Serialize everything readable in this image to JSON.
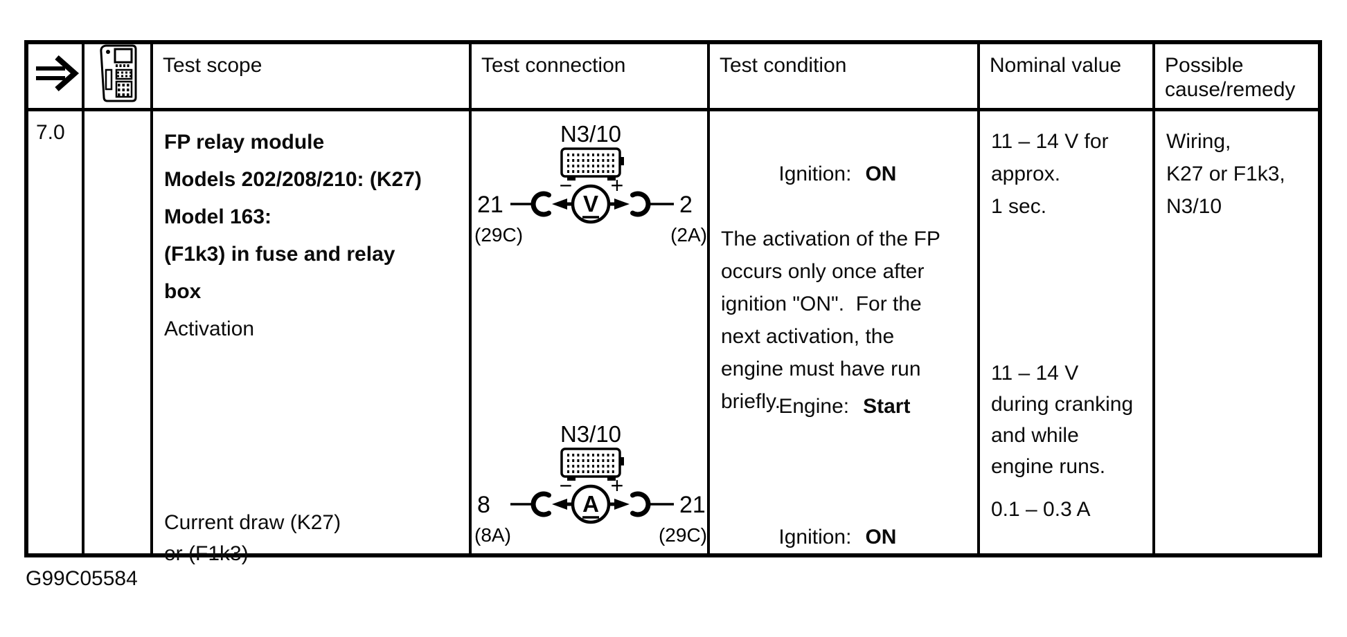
{
  "page": {
    "footer_code": "G99C05584"
  },
  "icons": {
    "row_pointer": "double-arrow-right-icon",
    "tester": "handheld-tester-icon",
    "connector": "connector-module-icon",
    "voltmeter": "voltmeter-icon",
    "ammeter": "ammeter-icon"
  },
  "header": {
    "test_scope": "Test scope",
    "test_connection": "Test connection",
    "test_condition": "Test condition",
    "nominal_value": "Nominal value",
    "possible_cause": "Possible cause/remedy"
  },
  "row": {
    "step": "7.0",
    "scope": {
      "bold_lines": [
        "FP relay module",
        "Models 202/208/210: (K27)",
        "Model 163:",
        "(F1k3) in fuse and relay",
        "box"
      ],
      "normal_line": "Activation",
      "second_lines": [
        "Current draw (K27)",
        "or (F1k3)"
      ]
    },
    "connection": {
      "diagram1": {
        "module": "N3/10",
        "left_pin": "21",
        "right_pin": "2",
        "left_label": "(29C)",
        "right_label": "(2A)",
        "meter_letter": "V",
        "minus": "−",
        "plus": "+"
      },
      "diagram2": {
        "module": "N3/10",
        "left_pin": "8",
        "right_pin": "21",
        "left_label": "(8A)",
        "right_label": "(29C)",
        "meter_letter": "A",
        "minus": "−",
        "plus": "+"
      }
    },
    "condition": {
      "block1_label": "Ignition:",
      "block1_value": "ON",
      "block1_lines": [
        "The activation of the FP",
        "occurs only once after",
        "ignition \"ON\".  For the",
        "next activation, the",
        "engine must have run",
        "briefly."
      ],
      "block2_label": "Engine:",
      "block2_value": "Start",
      "block3_label": "Ignition:",
      "block3_value": "ON"
    },
    "nominal": {
      "block1_lines": [
        "11 – 14 V for",
        "approx.",
        "1 sec."
      ],
      "block2_lines": [
        "11 – 14 V",
        "during cranking",
        "and while",
        "engine runs."
      ],
      "block3": "0.1 – 0.3 A"
    },
    "cause_lines": [
      "Wiring,",
      "K27 or F1k3,",
      "N3/10"
    ]
  }
}
